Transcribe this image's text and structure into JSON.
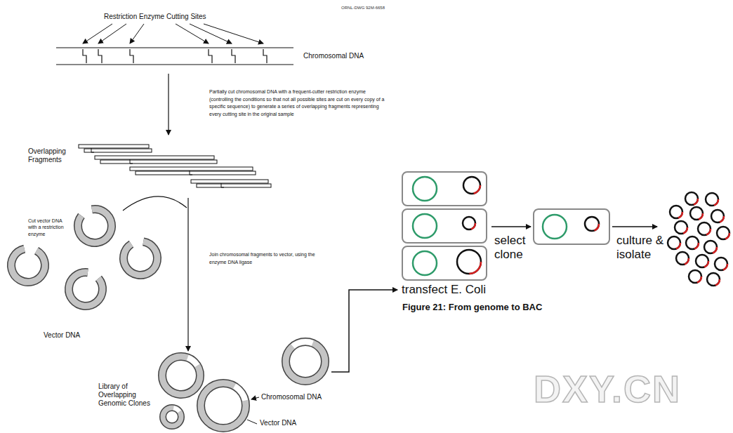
{
  "diagram": {
    "caption": "Figure 21: From genome to BAC",
    "labels": [
      "ORNL-DWG 92M-6658",
      "Restriction Enzyme Cutting Sites",
      "Chromosomal DNA",
      "Partially cut chromosomal DNA with a frequent-cutter restriction enzyme (controlling the conditions so that not all possible sites are cut on every copy of a specific sequence) to generate a series of overlapping fragments representing every cutting site in the original sample",
      "Overlapping Fragments",
      "Cut vector DNA with a restriction enzyme",
      "Vector DNA",
      "Join chromosomal fragments to vector, using the enzyme DNA ligase",
      "Library of Overlapping Genomic Clones",
      "Chromosomal DNA",
      "Vector DNA",
      "transfect E. Coli",
      "select clone",
      "culture & isolate",
      "DXY.CN"
    ]
  }
}
